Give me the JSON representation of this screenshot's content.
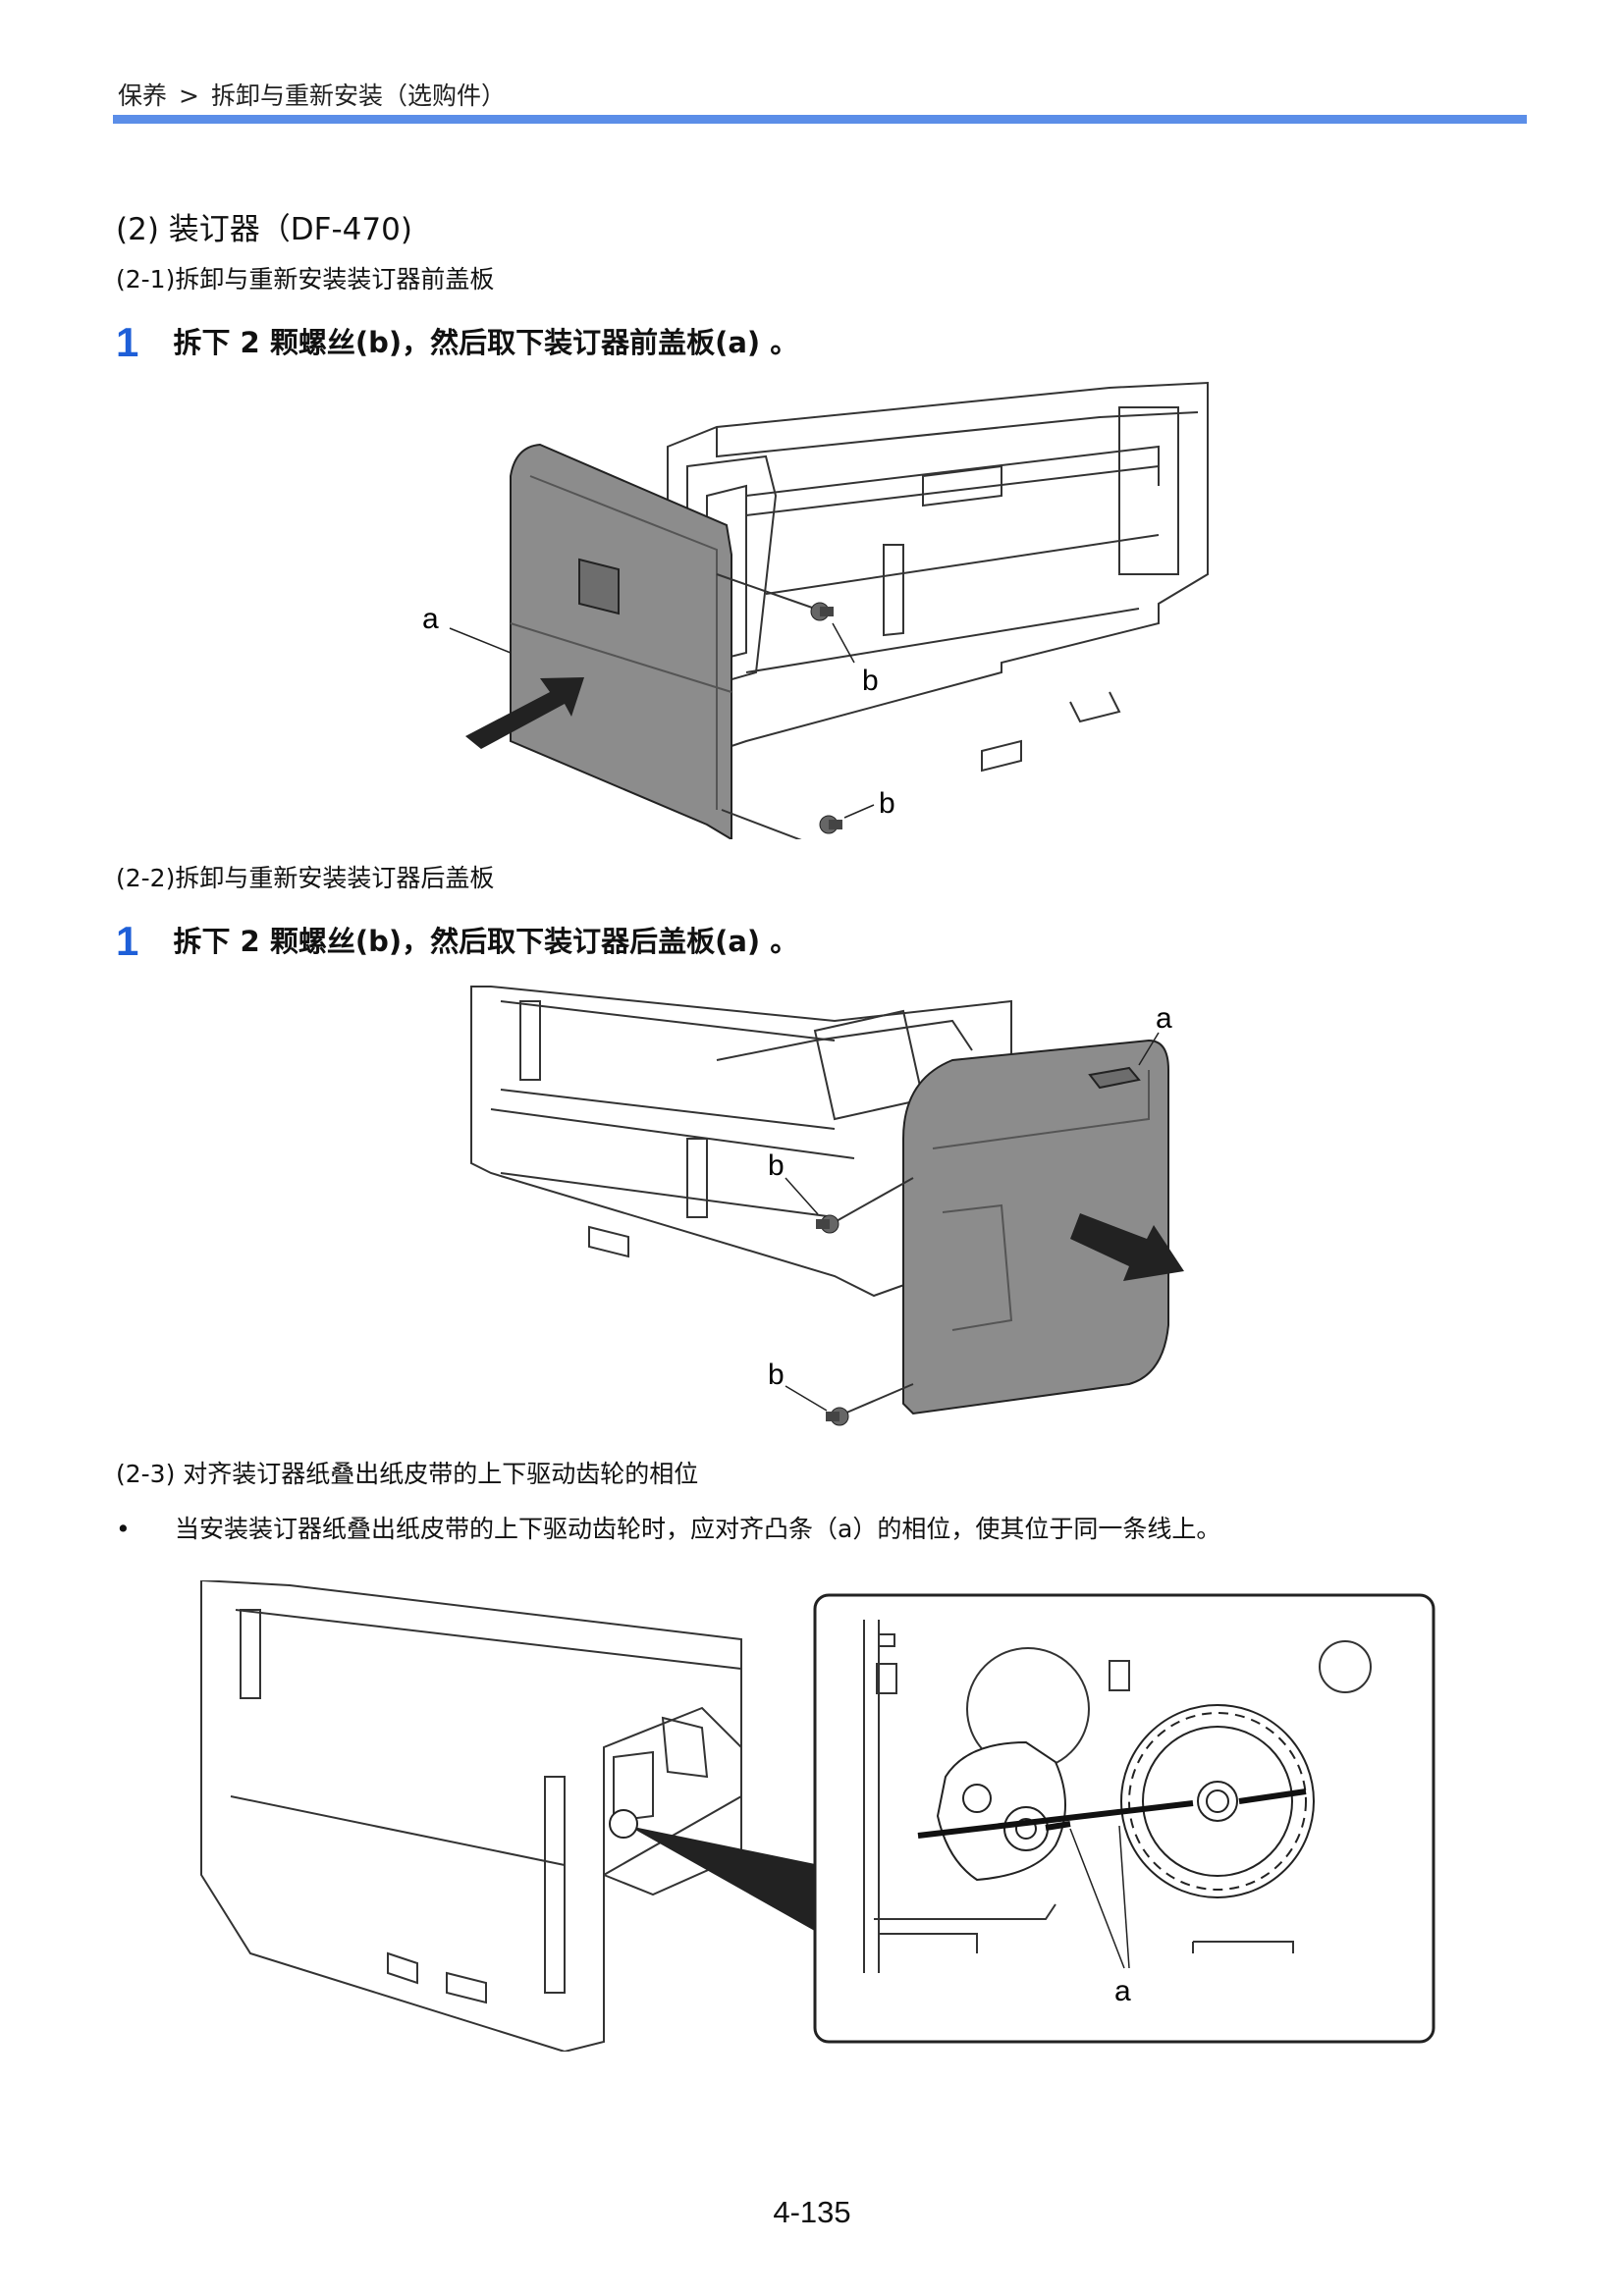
{
  "header": {
    "breadcrumb_root": "保养",
    "breadcrumb_sep": ">",
    "breadcrumb_current": "拆卸与重新安装（选购件）"
  },
  "section": {
    "heading": "(2)  装订器（DF-470)"
  },
  "sub1": {
    "heading": "(2-1)拆卸与重新安装装订器前盖板",
    "step_number": "1",
    "step_text": "拆下 2 颗螺丝(b)，然后取下装订器前盖板(a) 。",
    "label_a": "a",
    "label_b1": "b",
    "label_b2": "b"
  },
  "sub2": {
    "heading": "(2-2)拆卸与重新安装装订器后盖板",
    "step_number": "1",
    "step_text": "拆下 2 颗螺丝(b)，然后取下装订器后盖板(a) 。",
    "label_a": "a",
    "label_b1": "b",
    "label_b2": "b"
  },
  "sub3": {
    "heading": "(2-3)  对齐装订器纸叠出纸皮带的上下驱动齿轮的相位",
    "bullet_mark": "•",
    "bullet_text": "当安装装订器纸叠出纸皮带的上下驱动齿轮时，应对齐凸条（a）的相位，使其位于同一条线上。",
    "label_a": "a"
  },
  "footer": {
    "page_number": "4-135"
  }
}
